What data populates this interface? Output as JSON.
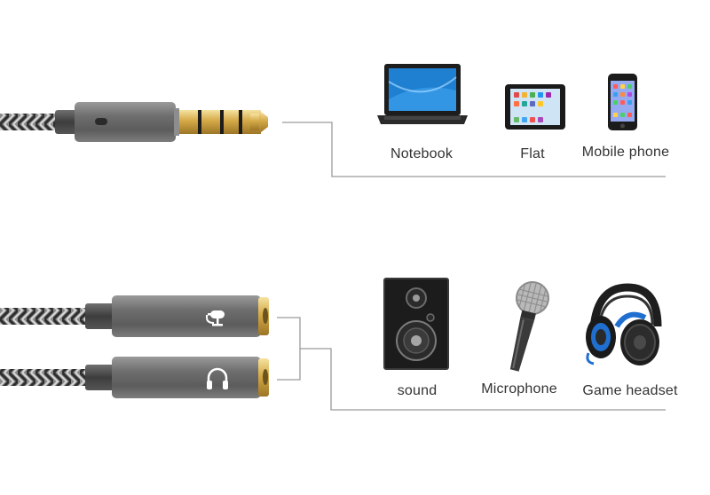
{
  "top_devices": [
    {
      "label": "Notebook",
      "icon": "laptop-icon"
    },
    {
      "label": "Flat",
      "icon": "tablet-icon"
    },
    {
      "label": "Mobile phone",
      "icon": "smartphone-icon"
    }
  ],
  "bottom_devices": [
    {
      "label": "sound",
      "icon": "speaker-icon"
    },
    {
      "label": "Microphone",
      "icon": "microphone-icon"
    },
    {
      "label": "Game headset",
      "icon": "headset-icon"
    }
  ],
  "jack_icons": [
    "microphone-symbol-icon",
    "headphone-symbol-icon"
  ],
  "colors": {
    "cable_dark": "#3a3a3a",
    "cable_light": "#bdbdbd",
    "housing": "#7a7a7a",
    "gold": "#d9b45a",
    "connector_line": "#9a9a9a",
    "label_text": "#333333",
    "screen_blue": "#1f7fd1"
  }
}
